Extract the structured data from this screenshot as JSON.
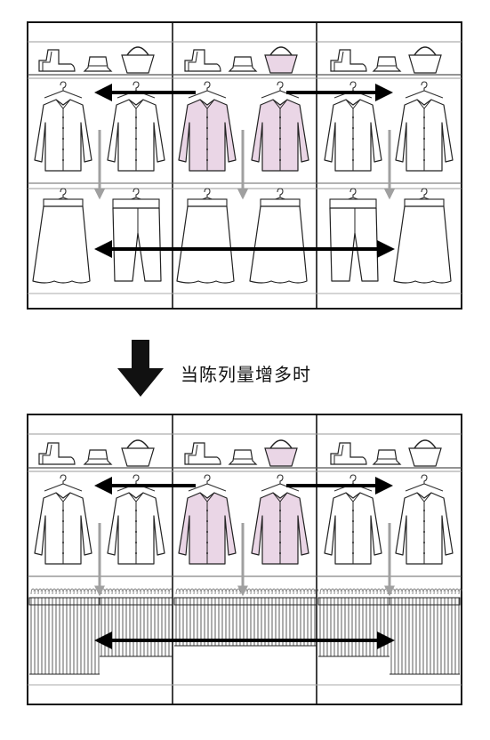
{
  "caption": "当陈列量增多时",
  "colors": {
    "frame": "#111111",
    "thin_line": "#888888",
    "highlight_garment": "#ead6e6",
    "gray_arrow": "#a9a9a9",
    "black_arrow": "#000000"
  },
  "icons": {
    "shelf_items": [
      "boot-icon",
      "hat-icon",
      "handbag-icon"
    ],
    "hanging_top": "shirt-icon",
    "hanging_bottom_before": [
      "skirt-icon",
      "pants-icon"
    ],
    "hanging_bottom_after": "dense-garment-rack-icon",
    "flow_arrows": [
      "left-arrow",
      "right-arrow",
      "down-arrow",
      "double-headed-arrow"
    ]
  }
}
